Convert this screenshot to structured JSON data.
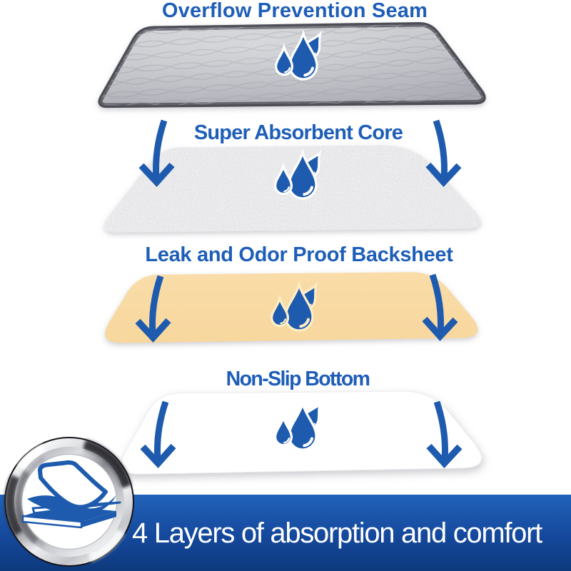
{
  "image_type": "product-infographic",
  "layers": [
    {
      "title": "Overflow Prevention Seam"
    },
    {
      "title": "Super Absorbent Core"
    },
    {
      "title": "Leak and Odor Proof Backsheet"
    },
    {
      "title": "Non-Slip Bottom"
    }
  ],
  "banner": {
    "caption": "4 Layers of absorption and comfort"
  },
  "badge": {
    "icon": "stacked-layers"
  },
  "colors": {
    "title_blue": "#1e5eb8",
    "accent_blue": "#1e5bae",
    "banner_top": "#2163b9",
    "banner_bottom": "#0d3a7d",
    "pad_gray": "#c6c7cb",
    "pad_border": "#4b4b53",
    "core_white": "#f1f1f2",
    "backsheet_tan": "#f8d9a3",
    "bottom_white": "#ffffff"
  }
}
